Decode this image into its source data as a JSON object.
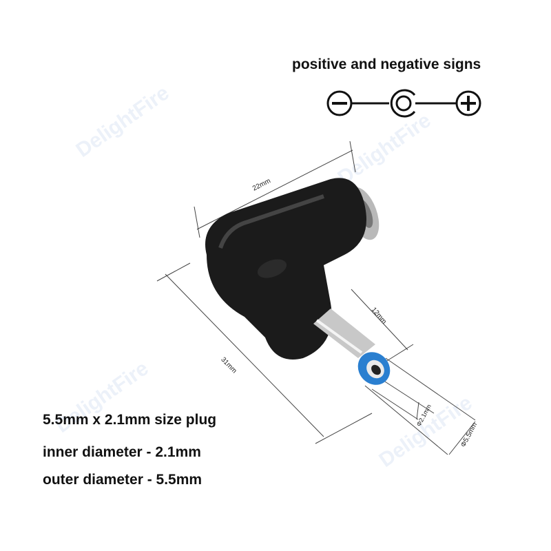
{
  "header": {
    "title": "positive and negative signs"
  },
  "polarity_symbols": [
    "negative-icon",
    "center-pin-icon",
    "positive-icon"
  ],
  "dimensions": {
    "length_body": "22mm",
    "length_total": "31mm",
    "plug_length": "12mm",
    "inner_diameter": "Φ2.1mm",
    "outer_diameter": "Φ5.5mm"
  },
  "specs": [
    "5.5mm x 2.1mm size plug",
    "inner diameter - 2.1mm",
    "outer diameter - 5.5mm"
  ],
  "watermark": "DelightFire",
  "colors": {
    "body": "#1b1b1b",
    "ring": "#2a7fd0",
    "metal": "#c8c8c8"
  }
}
